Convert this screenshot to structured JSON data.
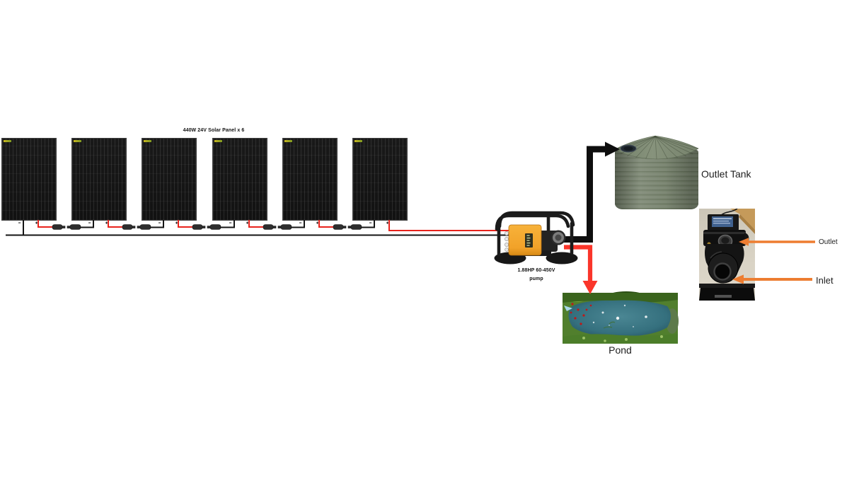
{
  "colors": {
    "wire_red": "#e8231c",
    "wire_black": "#141414",
    "pipe_black": "#0e0e0e",
    "arrow_red": "#fa352a",
    "arrow_orange": "#ed7d31",
    "pump_orange": "#f2a229",
    "tank_green": "#7b8672",
    "pond_water": "#437f8d",
    "pond_moss": "#517f2d",
    "panel_black": "#161616"
  },
  "diagram": {
    "solar_array": {
      "label": "440W 24V Solar Panel x 6",
      "panel_count": 6
    },
    "pump": {
      "label_line1": "1.88HP 60-450V",
      "label_line2": "pump"
    },
    "outlet_tank": {
      "label": "Outlet Tank"
    },
    "pond": {
      "label": "Pond"
    },
    "pump_photo": {
      "outlet_label": "Outlet",
      "inlet_label": "Inlet"
    }
  }
}
